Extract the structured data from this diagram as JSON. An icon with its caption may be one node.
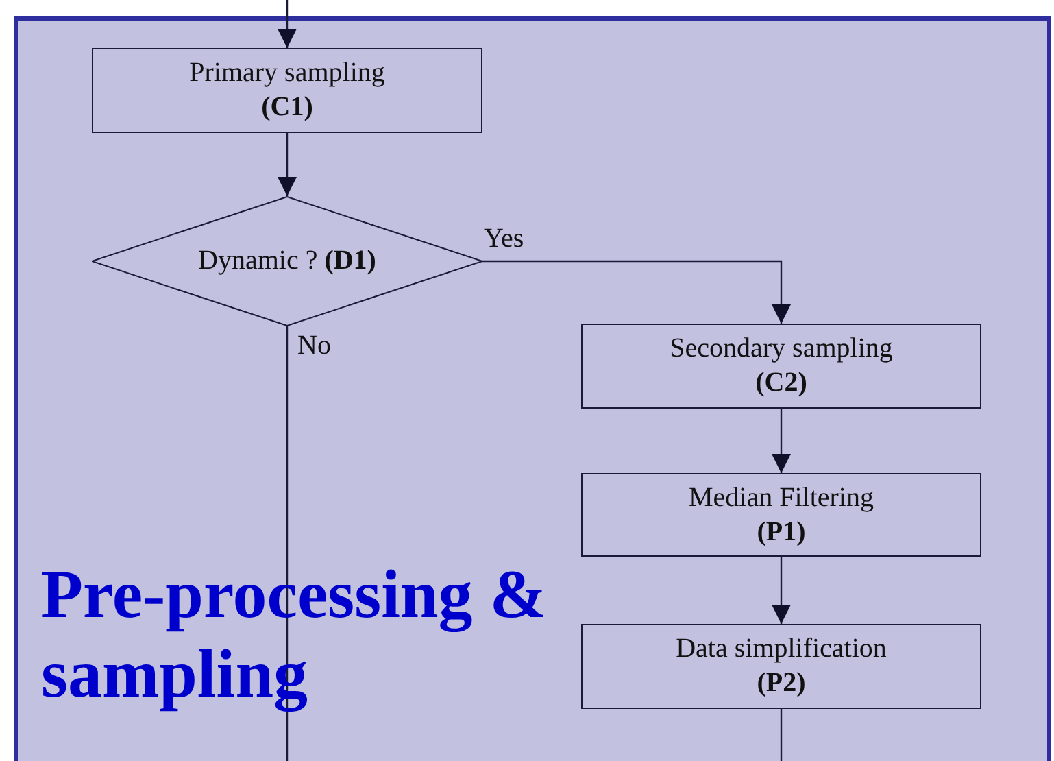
{
  "diagram": {
    "nodes": [
      {
        "text": [
          "Pre-processing & sampling"
        ]
      },
      {
        "text": [
          "Primary sampling **(C1)**"
        ],
        "in": 0
      },
      {
        "text": [
          "Dynamic ? **(D1)**"
        ],
        "in": 0
      },
      {
        "text": [
          "Secondary sampling **(C2)**"
        ],
        "in": 0
      },
      {
        "text": [
          "Median Filtering **(P1)**"
        ],
        "in": 0
      },
      {
        "text": [
          "Data simplification **(P2)**"
        ],
        "in": 0
      }
    ],
    "edges": [
      {
        "from": null,
        "to": 1,
        "arrow": "to"
      },
      {
        "from": 1,
        "to": 2,
        "arrow": "to"
      },
      {
        "from": 2,
        "to": 3,
        "arrow": "to",
        "label": "Yes"
      },
      {
        "from": 2,
        "to": null,
        "arrow": "none",
        "label": "No"
      },
      {
        "from": 3,
        "to": 4,
        "arrow": "to"
      },
      {
        "from": 4,
        "to": 5,
        "arrow": "to"
      },
      {
        "from": 5,
        "to": null,
        "arrow": "to"
      }
    ]
  }
}
